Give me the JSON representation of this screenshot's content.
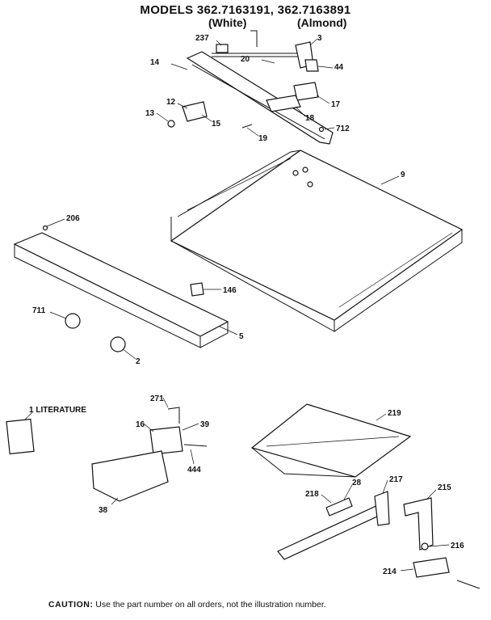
{
  "header": {
    "title": "MODELS 362.7163191, 362.7163891",
    "variant_white": "(White)",
    "variant_almond": "(Almond)"
  },
  "callouts": {
    "p237": "237",
    "p3": "3",
    "p14": "14",
    "p20": "20",
    "p44": "44",
    "p17": "17",
    "p12": "12",
    "p18": "18",
    "p13": "13",
    "p15": "15",
    "p712": "712",
    "p19": "19",
    "p9": "9",
    "p206": "206",
    "p146": "146",
    "p711": "711",
    "p5": "5",
    "p2": "2",
    "p271": "271",
    "literature": "1 LITERATURE",
    "p16": "16",
    "p39": "39",
    "p444": "444",
    "p219": "219",
    "p38": "38",
    "p218": "218",
    "p28": "28",
    "p217": "217",
    "p215": "215",
    "p216": "216",
    "p214": "214"
  },
  "footer": {
    "caution_label": "CAUTION:",
    "caution_text": "Use the part number on all orders, not the illustration number."
  }
}
